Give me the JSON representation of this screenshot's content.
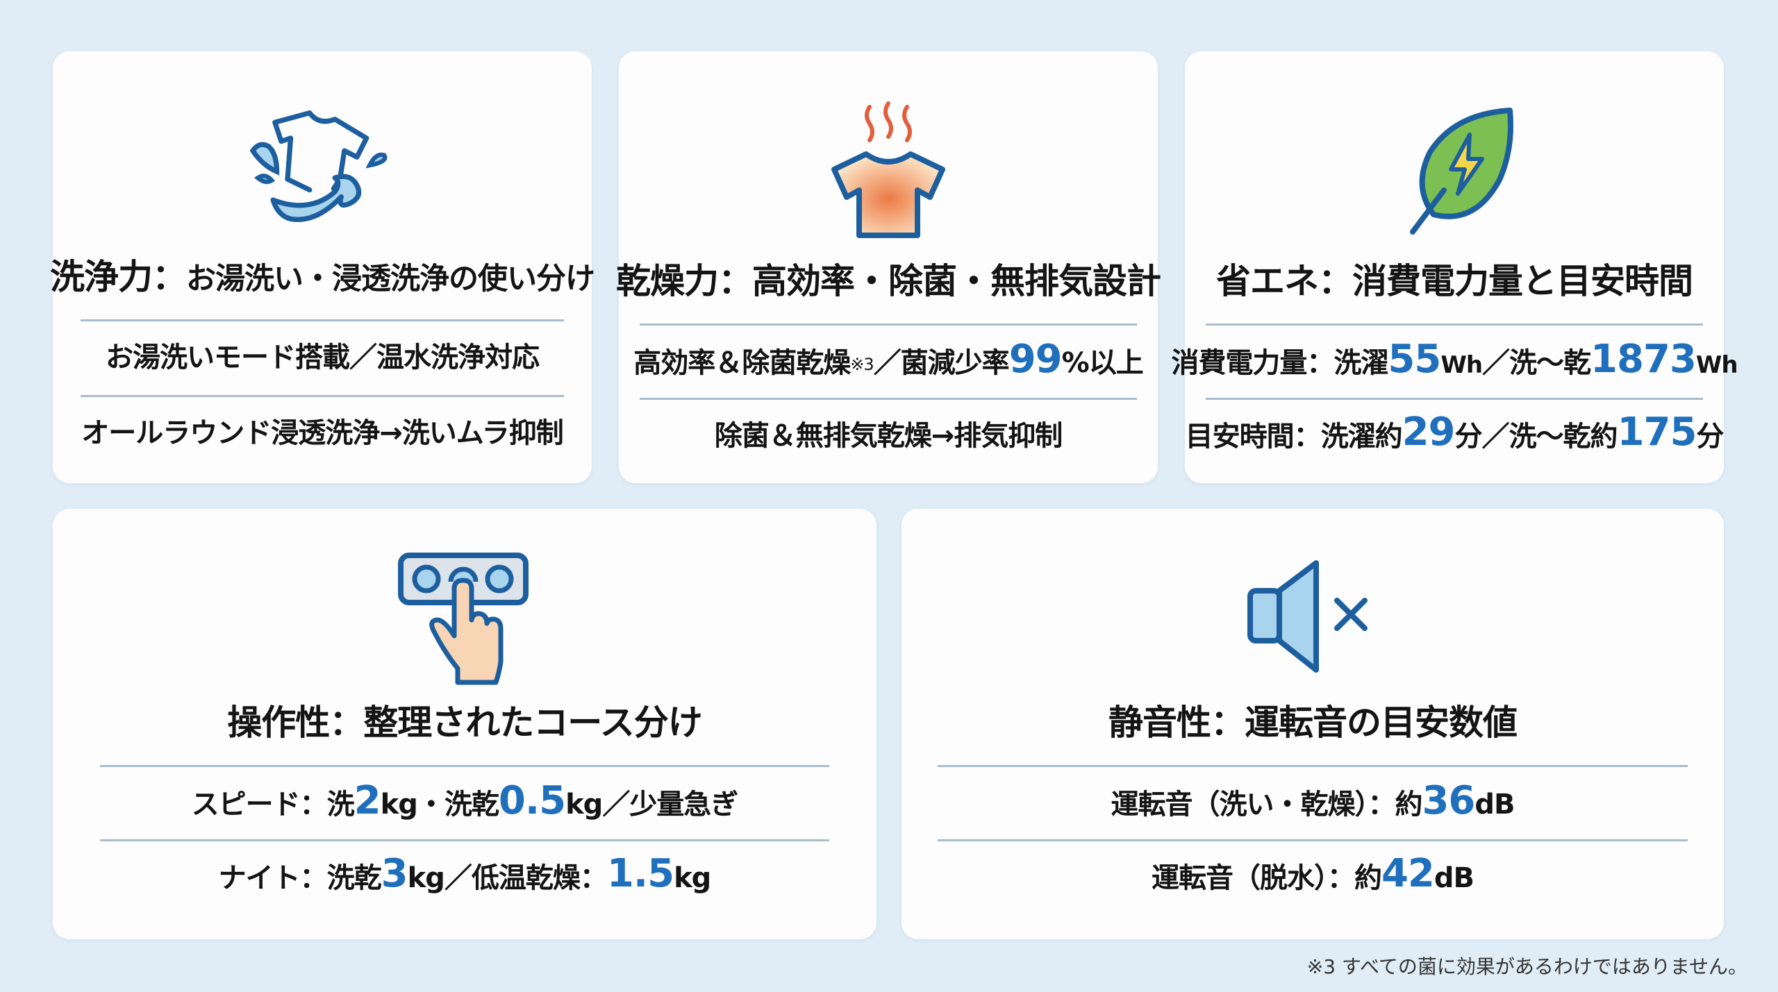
{
  "cards": {
    "wash": {
      "icon": "shirt-water-splash-icon",
      "title_main": "洗浄力：",
      "title_sub": "お湯洗い・浸透洗浄の使い分け",
      "rows": [
        {
          "text": "お湯洗いモード搭載／温水洗浄対応"
        },
        {
          "text": "オールラウンド浸透洗浄→洗いムラ抑制"
        }
      ]
    },
    "dry": {
      "icon": "heated-shirt-icon",
      "title_main": "乾燥力：",
      "title_sub": "高効率・除菌・無排気設計",
      "rows": [
        {
          "pre": "高効率＆除菌乾燥",
          "sup": "※3",
          "mid": "／菌減少率",
          "num": "99",
          "post": "%以上"
        },
        {
          "text": "除菌＆無排気乾燥→排気抑制"
        }
      ]
    },
    "eco": {
      "icon": "leaf-lightning-icon",
      "title_main": "省エネ：",
      "title_sub": "消費電力量と目安時間",
      "rows": [
        {
          "label": "消費電力量：洗濯",
          "v1": "55",
          "u1": "Wh",
          "mid": "／洗～乾",
          "v2": "1873",
          "u2": "Wh"
        },
        {
          "label": "目安時間：洗濯約",
          "v1": "29",
          "u1": "分",
          "mid": "／洗～乾約",
          "v2": "175",
          "u2": "分"
        }
      ]
    },
    "operation": {
      "icon": "hand-pressing-button-icon",
      "title_main": "操作性：",
      "title_sub": "整理されたコース分け",
      "rows": [
        {
          "label": "スピード：洗",
          "v1": "2",
          "u1": "kg・洗乾",
          "v2": "0.5",
          "u2": "kg／少量急ぎ"
        },
        {
          "label": "ナイト：洗乾",
          "v1": "3",
          "u1": "kg／低温乾燥：",
          "v2": "1.5",
          "u2": "kg"
        }
      ]
    },
    "quiet": {
      "icon": "speaker-mute-icon",
      "title_main": "静音性：",
      "title_sub": "運転音の目安数値",
      "rows": [
        {
          "label": "運転音（洗い・乾燥）：約",
          "v1": "36",
          "u1": "dB"
        },
        {
          "label": "運転音（脱水）：約",
          "v1": "42",
          "u1": "dB"
        }
      ]
    }
  },
  "footnote": "※3 すべての菌に効果があるわけではありません。",
  "colors": {
    "background": "#e0edf7",
    "card": "#fdfdfd",
    "accent_number": "#1f6fbd",
    "icon_stroke": "#1d5f9e",
    "icon_fill_light": "#a8d4ee",
    "divider": "#a9bccb",
    "heat_wave": "#e0603e",
    "leaf_green": "#7cbf53",
    "bolt_yellow": "#f5d648"
  }
}
